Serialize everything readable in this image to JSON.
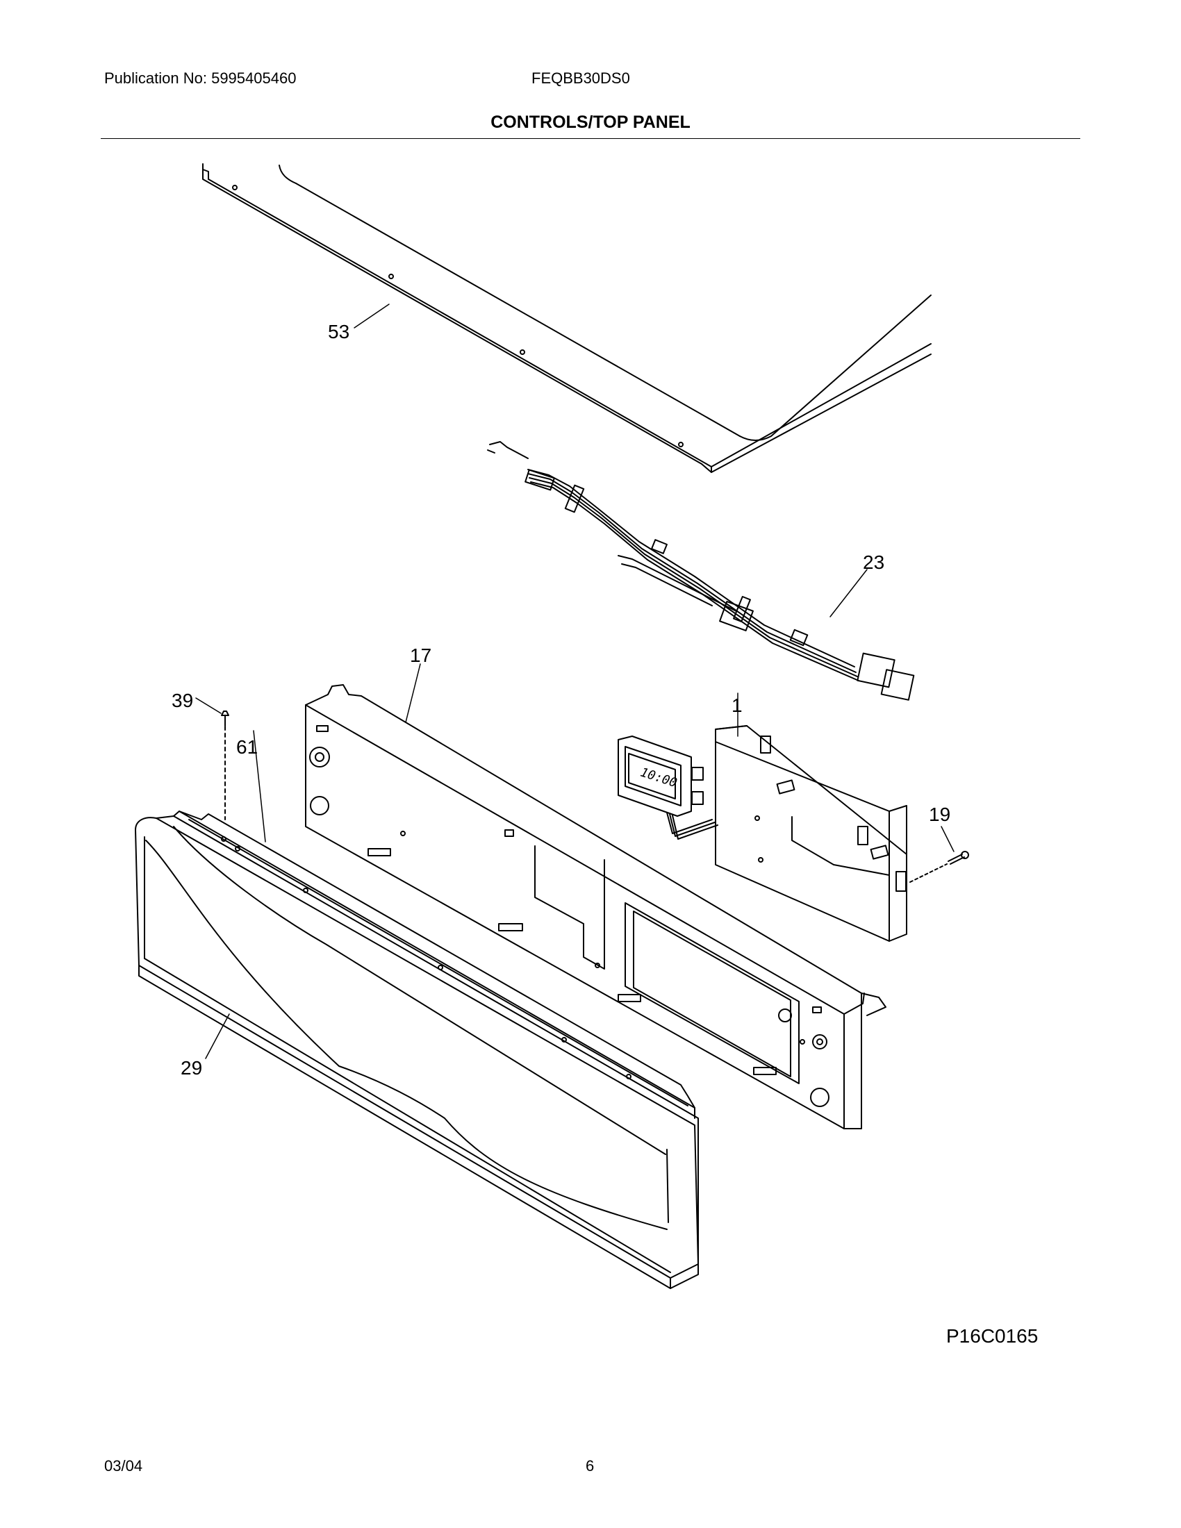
{
  "header": {
    "publication": "Publication No: 5995405460",
    "model": "FEQBB30DS0",
    "title": "CONTROLS/TOP PANEL"
  },
  "callouts": [
    "53",
    "23",
    "17",
    "39",
    "1",
    "61",
    "19",
    "29"
  ],
  "clock_display": "10:00",
  "drawing_code": "P16C0165",
  "footer": {
    "date": "03/04",
    "page": "6"
  }
}
